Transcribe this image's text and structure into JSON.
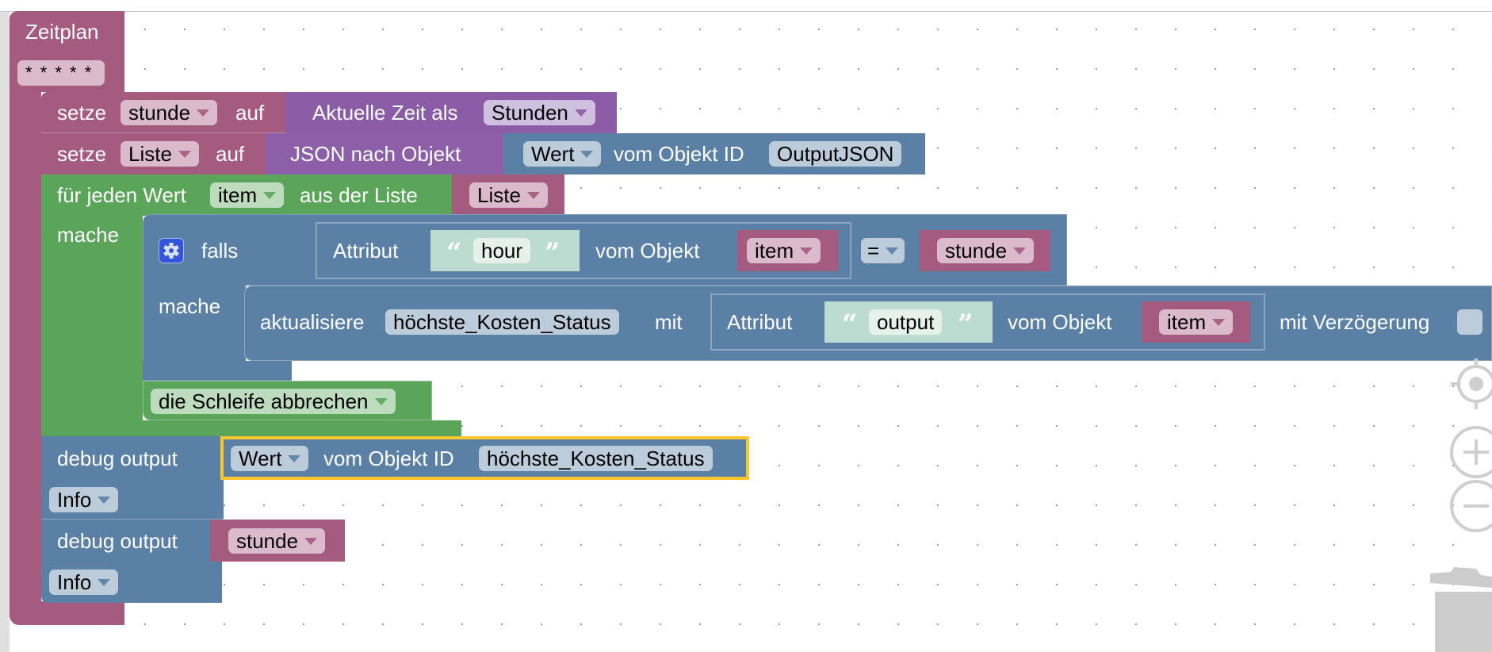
{
  "colors": {
    "variables": "#a55b80",
    "time": "#8a5ca8",
    "objects": "#5b80a5",
    "loops": "#5ba55b",
    "text": "#bddcd1",
    "selected_outline": "#fdc62c"
  },
  "schedule_block": {
    "label": "Zeitplan",
    "cron": "* * * * *"
  },
  "set_hour": {
    "label": "setze",
    "variable": "stunde",
    "to": "auf",
    "value_block": {
      "label": "Aktuelle Zeit als",
      "unit": "Stunden"
    }
  },
  "set_list": {
    "label": "setze",
    "variable": "Liste",
    "to": "auf",
    "json_block": {
      "label": "JSON nach Objekt"
    },
    "get_block": {
      "attr": "Wert",
      "label": "vom Objekt ID",
      "object_id": "OutputJSON"
    }
  },
  "for_each": {
    "label": "für jeden Wert",
    "variable": "item",
    "from": "aus der Liste",
    "list": "Liste",
    "do": "mache"
  },
  "if_block": {
    "gear_icon": "gear-icon",
    "label": "falls",
    "do": "mache",
    "condition": {
      "attr_label": "Attribut",
      "attr_name": "hour",
      "of": "vom Objekt",
      "object": "item",
      "operator": "=",
      "compare": "stunde"
    }
  },
  "update_block": {
    "label": "aktualisiere",
    "object_id": "höchste_Kosten_Status",
    "with": "mit",
    "attr_label": "Attribut",
    "attr_name": "output",
    "of": "vom Objekt",
    "object": "item",
    "delay_label": "mit Verzögerung",
    "delay_checked": false
  },
  "break_block": {
    "label": "die Schleife abbrechen"
  },
  "debug1": {
    "label": "debug output",
    "level": "Info",
    "get_block": {
      "attr": "Wert",
      "label": "vom Objekt ID",
      "object_id": "höchste_Kosten_Status"
    }
  },
  "debug2": {
    "label": "debug output",
    "level": "Info",
    "variable": "stunde"
  },
  "workspace_controls": {
    "recenter": "recenter-icon",
    "zoom_in": "zoom-in-icon",
    "zoom_out": "zoom-out-icon",
    "trash": "trash-icon"
  }
}
